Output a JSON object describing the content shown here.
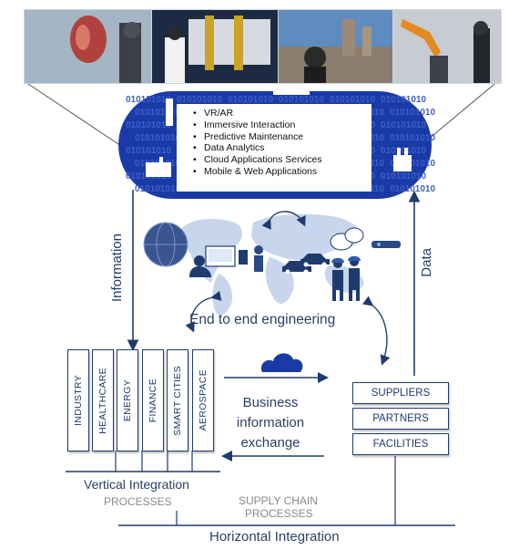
{
  "capabilities": [
    "VR/AR",
    "Immersive Interaction",
    "Predictive Maintenance",
    "Data Analytics",
    "Cloud Applications Services",
    "Mobile & Web Applications"
  ],
  "binary_text": "010101010",
  "photos": [
    {
      "icon": "vr-anatomy-photo"
    },
    {
      "icon": "vr-factory-photo"
    },
    {
      "icon": "vr-city-photo"
    },
    {
      "icon": "robot-arm-photo"
    }
  ],
  "flows": {
    "information": "Information",
    "data": "Data"
  },
  "center": {
    "end_to_end": "End to end engineering",
    "business_lines": [
      "Business",
      "information",
      "exchange"
    ]
  },
  "sectors": [
    "INDUSTRY",
    "HEALTHCARE",
    "ENERGY",
    "FINANCE",
    "SMART CITIES",
    "AEROSPACE"
  ],
  "supply_chain": [
    "SUPPLIERS",
    "PARTNERS",
    "FACILITIES"
  ],
  "integration": {
    "vertical": "Vertical Integration",
    "vertical_sub": "PROCESSES",
    "supply_chain_line1": "SUPPLY CHAIN",
    "supply_chain_line2": "PROCESSES",
    "horizontal": "Horizontal Integration"
  },
  "colors": {
    "navy": "#1f3b6e",
    "cloud_blue": "#1a3aa8",
    "world_map": "#c7d6ec",
    "gray_text": "#7a7a7a"
  }
}
